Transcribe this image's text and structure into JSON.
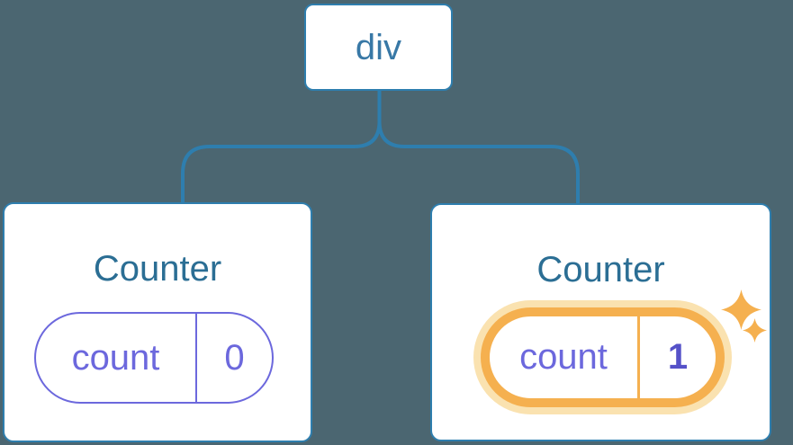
{
  "colors": {
    "background": "#4B6671",
    "node_border": "#2E7EAE",
    "card_background": "#FFFFFF",
    "root_label": "#3878A6",
    "counter_title": "#2B6E94",
    "state_accent_purple": "#6C68DD",
    "updated_value_purple": "#5551C8",
    "highlight_orange": "#F5B04F",
    "highlight_glow": "#FAE2B0"
  },
  "icons": {
    "sparkle": "four-point-star"
  },
  "tree": {
    "root": {
      "label": "div"
    },
    "children": [
      {
        "title": "Counter",
        "state": {
          "key": "count",
          "value": "0"
        },
        "highlighted": false
      },
      {
        "title": "Counter",
        "state": {
          "key": "count",
          "value": "1"
        },
        "highlighted": true
      }
    ]
  }
}
